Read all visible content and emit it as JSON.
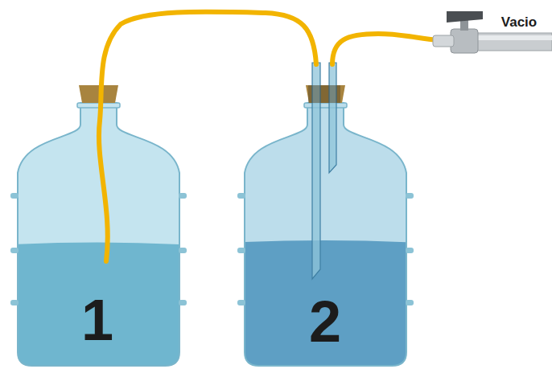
{
  "diagram": {
    "labels": [
      "1",
      "2",
      "Vacio"
    ]
  }
}
